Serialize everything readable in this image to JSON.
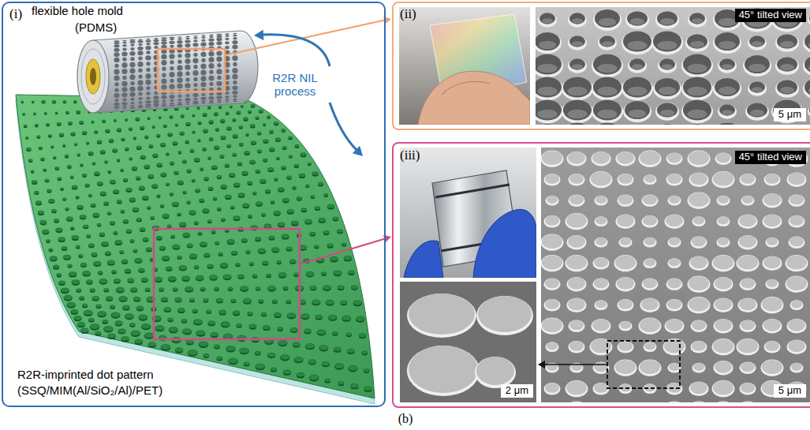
{
  "diagram": {
    "nodes": [
      {
        "text": [
          "(i)"
        ]
      },
      {
        "text": [
          "(ii)"
        ]
      },
      {
        "text": [
          "(iii)"
        ]
      }
    ],
    "labels": [
      "flexible hole mold",
      "(PDMS)",
      "R2R NIL process",
      "R2R-imprinted dot pattern",
      "(SSQ/MIM(Al/SiO₂/Al)/PET)",
      "45° tilted view",
      "5 μm",
      "45° tilted view",
      "2 μm",
      "5 μm",
      "(b)"
    ]
  }
}
